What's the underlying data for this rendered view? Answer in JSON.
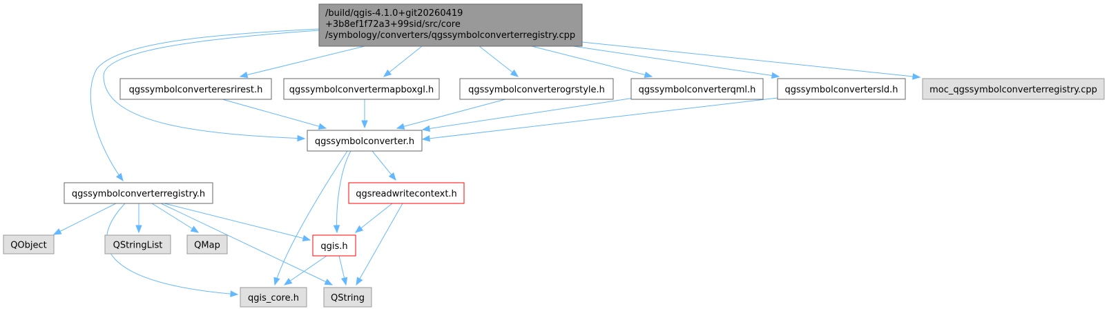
{
  "colors": {
    "edge": "#63b8ff",
    "root_fill": "#999999",
    "root_stroke": "#666666",
    "node_fill": "#ffffff",
    "node_stroke": "#666666",
    "red_stroke": "#ff0000",
    "external_fill": "#e0e0e0",
    "external_stroke": "#999999"
  },
  "nodes": [
    {
      "id": "root",
      "lines": [
        "/build/qgis-4.1.0+git20260419",
        "+3b8ef1f72a3+99sid/src/core",
        "/symbology/converters/qgssymbolconverterregistry.cpp"
      ],
      "style": "root"
    },
    {
      "id": "esrirest",
      "lines": [
        "qgssymbolconverteresrirest.h"
      ],
      "style": "normal"
    },
    {
      "id": "mapboxgl",
      "lines": [
        "qgssymbolconvertermapboxgl.h"
      ],
      "style": "normal"
    },
    {
      "id": "ogrstyle",
      "lines": [
        "qgssymbolconverterogrstyle.h"
      ],
      "style": "normal"
    },
    {
      "id": "qml",
      "lines": [
        "qgssymbolconverterqml.h"
      ],
      "style": "normal"
    },
    {
      "id": "sld",
      "lines": [
        "qgssymbolconvertersld.h"
      ],
      "style": "normal"
    },
    {
      "id": "moc",
      "lines": [
        "moc_qgssymbolconverterregistry.cpp"
      ],
      "style": "external"
    },
    {
      "id": "converter",
      "lines": [
        "qgssymbolconverter.h"
      ],
      "style": "normal"
    },
    {
      "id": "registry",
      "lines": [
        "qgssymbolconverterregistry.h"
      ],
      "style": "normal"
    },
    {
      "id": "rwcontext",
      "lines": [
        "qgsreadwritecontext.h"
      ],
      "style": "red"
    },
    {
      "id": "qobject",
      "lines": [
        "QObject"
      ],
      "style": "external"
    },
    {
      "id": "qstringlist",
      "lines": [
        "QStringList"
      ],
      "style": "external"
    },
    {
      "id": "qmap",
      "lines": [
        "QMap"
      ],
      "style": "external"
    },
    {
      "id": "qgis",
      "lines": [
        "qgis.h"
      ],
      "style": "red"
    },
    {
      "id": "qgiscore",
      "lines": [
        "qgis_core.h"
      ],
      "style": "external"
    },
    {
      "id": "qstring",
      "lines": [
        "QString"
      ],
      "style": "external"
    }
  ],
  "edges": [
    {
      "from": "root",
      "to": "esrirest"
    },
    {
      "from": "root",
      "to": "mapboxgl"
    },
    {
      "from": "root",
      "to": "ogrstyle"
    },
    {
      "from": "root",
      "to": "qml"
    },
    {
      "from": "root",
      "to": "sld"
    },
    {
      "from": "root",
      "to": "moc"
    },
    {
      "from": "root",
      "to": "converter"
    },
    {
      "from": "root",
      "to": "registry"
    },
    {
      "from": "esrirest",
      "to": "converter"
    },
    {
      "from": "mapboxgl",
      "to": "converter"
    },
    {
      "from": "ogrstyle",
      "to": "converter"
    },
    {
      "from": "qml",
      "to": "converter"
    },
    {
      "from": "sld",
      "to": "converter"
    },
    {
      "from": "converter",
      "to": "rwcontext"
    },
    {
      "from": "converter",
      "to": "qgis"
    },
    {
      "from": "converter",
      "to": "qgiscore"
    },
    {
      "from": "rwcontext",
      "to": "qgis"
    },
    {
      "from": "rwcontext",
      "to": "qstring"
    },
    {
      "from": "registry",
      "to": "qobject"
    },
    {
      "from": "registry",
      "to": "qstringlist"
    },
    {
      "from": "registry",
      "to": "qmap"
    },
    {
      "from": "registry",
      "to": "qgis"
    },
    {
      "from": "registry",
      "to": "qgiscore"
    },
    {
      "from": "registry",
      "to": "qstring"
    },
    {
      "from": "qgis",
      "to": "qgiscore"
    },
    {
      "from": "qgis",
      "to": "qstring"
    }
  ]
}
